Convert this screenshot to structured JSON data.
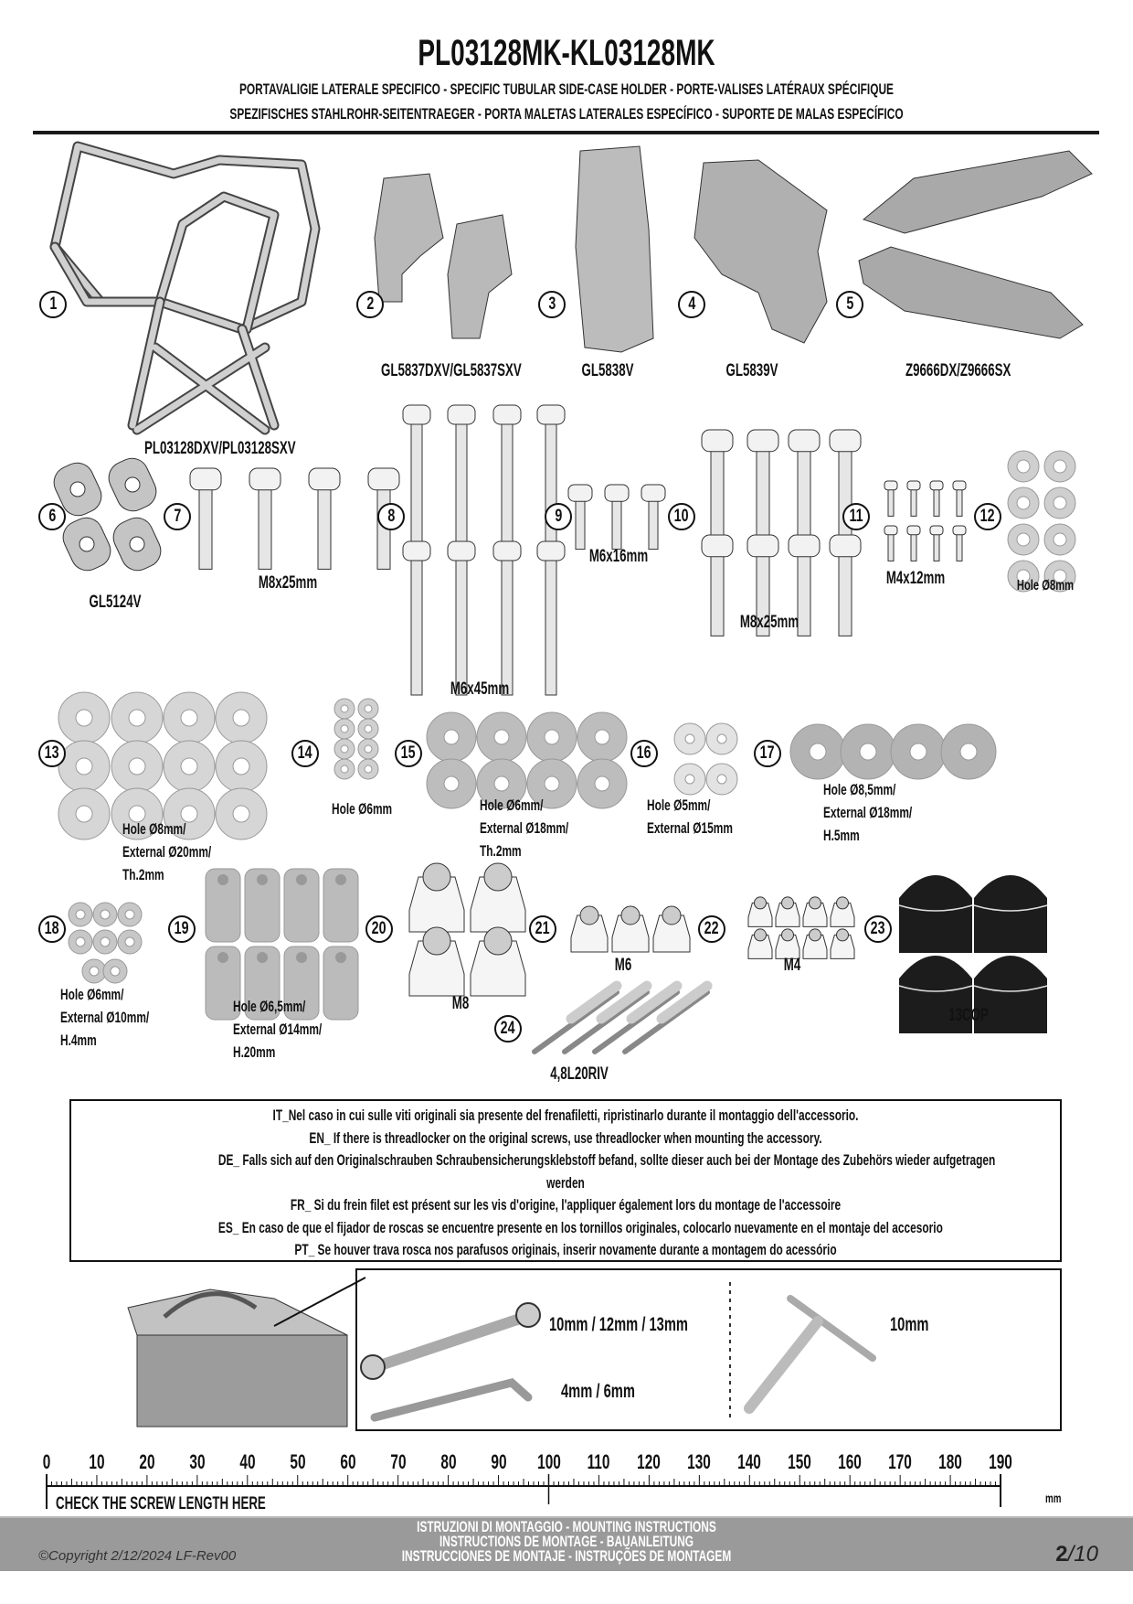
{
  "header": {
    "title": "PL03128MK-KL03128MK",
    "subtitle_line1": "PORTAVALIGIE LATERALE SPECIFICO  -  SPECIFIC TUBULAR SIDE-CASE HOLDER  - PORTE-VALISES LATÉRAUX SPÉCIFIQUE",
    "subtitle_line2": "SPEZIFISCHES STAHLROHR-SEITENTRAEGER - PORTA MALETAS LATERALES ESPECÍFICO - SUPORTE DE MALAS ESPECÍFICO"
  },
  "callouts": [
    "1",
    "2",
    "3",
    "4",
    "5",
    "6",
    "7",
    "8",
    "9",
    "10",
    "11",
    "12",
    "13",
    "14",
    "15",
    "16",
    "17",
    "18",
    "19",
    "20",
    "21",
    "22",
    "23",
    "24"
  ],
  "labels": {
    "p1": "PL03128DXV/PL03128SXV",
    "p2": "GL5837DXV/GL5837SXV",
    "p3": "GL5838V",
    "p4": "GL5839V",
    "p5": "Z9666DX/Z9666SX",
    "p6": "GL5124V",
    "p7": "M8x25mm",
    "p8": "M6x45mm",
    "p9": "M6x16mm",
    "p10": "M8x25mm",
    "p11": "M4x12mm",
    "p12": "Hole Ø8mm",
    "p13": [
      "Hole Ø8mm/",
      "External Ø20mm/",
      "Th.2mm"
    ],
    "p14": "Hole Ø6mm",
    "p15": [
      "Hole Ø6mm/",
      "External Ø18mm/",
      "Th.2mm"
    ],
    "p16": [
      "Hole Ø5mm/",
      "External Ø15mm"
    ],
    "p17": [
      "Hole Ø8,5mm/",
      "External Ø18mm/",
      "H.5mm"
    ],
    "p18": [
      "Hole Ø6mm/",
      "External Ø10mm/",
      "H.4mm"
    ],
    "p19": [
      "Hole Ø6,5mm/",
      "External Ø14mm/",
      "H.20mm"
    ],
    "p20": "M8",
    "p21": "M6",
    "p22": "M4",
    "p23": "13COP",
    "p24": "4,8L20RIV"
  },
  "notes": [
    "IT_Nel caso in cui sulle viti originali sia presente del frenafiletti, ripristinarlo durante il montaggio dell'accessorio.",
    "EN_ If there is threadlocker on the original screws, use threadlocker when mounting the accessory.",
    "DE_ Falls sich auf den Originalschrauben Schraubensicherungsklebstoff befand, sollte dieser auch bei der Montage des Zubehörs wieder aufgetragen",
    "werden",
    "FR_ Si du frein filet est présent sur les vis d'origine, l'appliquer également lors du montage de l'accessoire",
    "ES_ En caso de que el fijador de roscas se encuentre presente en los tornillos originales, colocarlo nuevamente en el montaje del accesorio",
    "PT_ Se houver trava rosca nos parafusos originais, inserir novamente durante a montagem do acessório"
  ],
  "tools": {
    "wrench_sizes": "10mm / 12mm / 13mm",
    "allen_sizes": "4mm / 6mm",
    "socket_size": "10mm"
  },
  "ruler": {
    "ticks": [
      "0",
      "10",
      "20",
      "30",
      "40",
      "50",
      "60",
      "70",
      "80",
      "90",
      "100",
      "110",
      "120",
      "130",
      "140",
      "150",
      "160",
      "170",
      "180",
      "190"
    ],
    "unit": "mm",
    "caption": "CHECK THE SCREW LENGTH HERE"
  },
  "footer": {
    "line1": "ISTRUZIONI DI MONTAGGIO  -  MOUNTING INSTRUCTIONS",
    "line2": "INSTRUCTIONS DE MONTAGE - BAUANLEITUNG",
    "line3": "INSTRUCCIONES DE MONTAJE - INSTRUÇÕES DE MONTAGEM",
    "copyright": "©Copyright 2/12/2024 LF-Rev00",
    "page_current": "2",
    "page_total": "/10"
  },
  "colors": {
    "footer_bg": "#9a9a9a",
    "part_grey": "#bdbdbd",
    "cap_black": "#1c1c1c"
  }
}
